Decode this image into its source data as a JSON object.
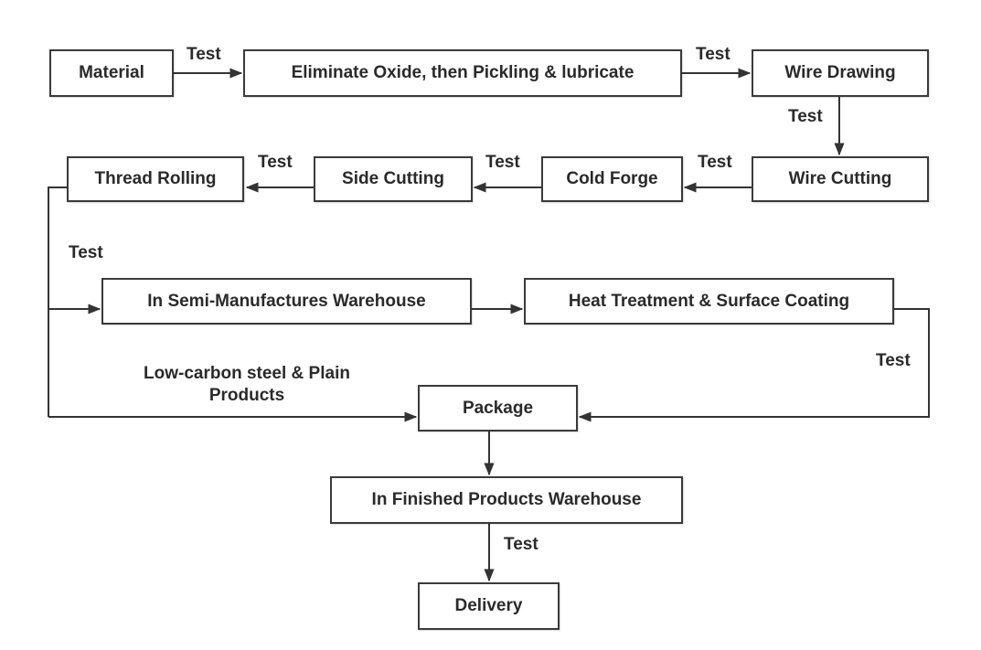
{
  "nodes": {
    "material": "Material",
    "eliminate": "Eliminate Oxide, then Pickling & lubricate",
    "wire_drawing": "Wire Drawing",
    "wire_cutting": "Wire Cutting",
    "cold_forge": "Cold Forge",
    "side_cutting": "Side Cutting",
    "thread_rolling": "Thread Rolling",
    "semi_warehouse": "In Semi-Manufactures Warehouse",
    "heat_treatment": "Heat Treatment & Surface Coating",
    "package": "Package",
    "finished_warehouse": "In Finished Products Warehouse",
    "delivery": "Delivery"
  },
  "edge_labels": {
    "material_to_eliminate": "Test",
    "eliminate_to_drawing": "Test",
    "drawing_to_cutting": "Test",
    "cutting_to_forge": "Test",
    "forge_to_side": "Test",
    "side_to_thread": "Test",
    "thread_to_semi": "Test",
    "heat_to_package": "Test",
    "finished_to_delivery": "Test",
    "low_carbon_line1": "Low-carbon steel & Plain",
    "low_carbon_line2": "Products"
  }
}
